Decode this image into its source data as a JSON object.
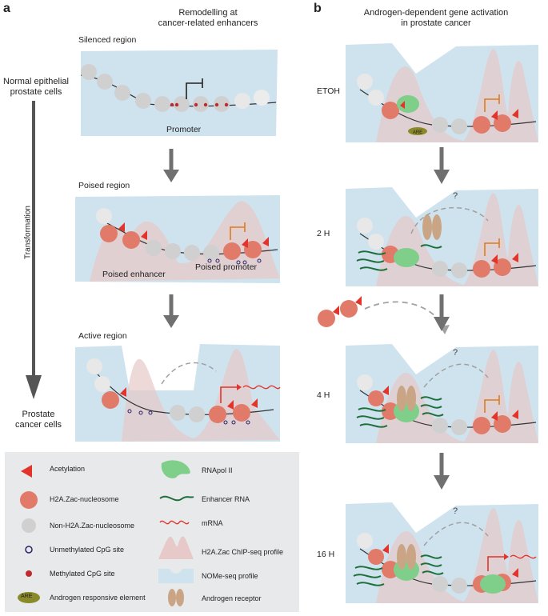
{
  "panel_a": {
    "letter": "a",
    "title": "Remodelling at\ncancer-related enhancers",
    "left_top_label": "Normal epithelial\nprostate cells",
    "left_axis_label": "Transformation",
    "left_bottom_label": "Prostate\ncancer cells",
    "silenced_title": "Silenced region",
    "promoter_label": "Promoter",
    "poised_title": "Poised region",
    "poised_enhancer": "Poised enhancer",
    "poised_promoter": "Poised promoter",
    "active_title": "Active region"
  },
  "panel_b": {
    "letter": "b",
    "title": "Androgen-dependent gene activation\nin prostate cancer",
    "rows": [
      "ETOH",
      "2 H",
      "4 H",
      "16 H"
    ],
    "question": "?",
    "are_tag": "ARE"
  },
  "legend": {
    "left": [
      {
        "label": "Acetylation",
        "icon": "acetylation-triangle-icon"
      },
      {
        "label": "H2A.Zac-nucleosome",
        "icon": "h2azac-nucleosome-icon"
      },
      {
        "label": "Non-H2A.Zac-nucleosome",
        "icon": "non-h2azac-nucleosome-icon"
      },
      {
        "label": "Unmethylated CpG site",
        "icon": "unmethylated-cpg-icon"
      },
      {
        "label": "Methylated CpG site",
        "icon": "methylated-cpg-icon"
      },
      {
        "label": "Androgen responsive element",
        "icon": "are-icon",
        "tag": "ARE"
      }
    ],
    "right": [
      {
        "label": "RNApol II",
        "icon": "rnapol-icon"
      },
      {
        "label": "Enhancer RNA",
        "icon": "enhancer-rna-icon"
      },
      {
        "label": "mRNA",
        "icon": "mrna-icon"
      },
      {
        "label": "H2A.Zac ChIP-seq profile",
        "icon": "chipseq-profile-icon"
      },
      {
        "label": "NOMe-seq profile",
        "icon": "nomeseq-profile-icon"
      },
      {
        "label": "Androgen receptor",
        "icon": "androgen-receptor-icon"
      }
    ]
  },
  "colors": {
    "nome_blue": "#cfe3ef",
    "chip_pink": "#e6c9c8",
    "acetyl_red": "#e2342b",
    "nuc_red": "#e27a6a",
    "nuc_grey": "#cfcfcf",
    "rnapol_green": "#7fcf8a",
    "erna_green": "#1e6e3a",
    "mrna_red": "#e2342b",
    "are_olive": "#8a8a2a",
    "ar_tan": "#c9a585",
    "promoter_orange": "#e07a1e",
    "arrow_grey": "#707070",
    "legend_bg": "#e8e9ea"
  }
}
